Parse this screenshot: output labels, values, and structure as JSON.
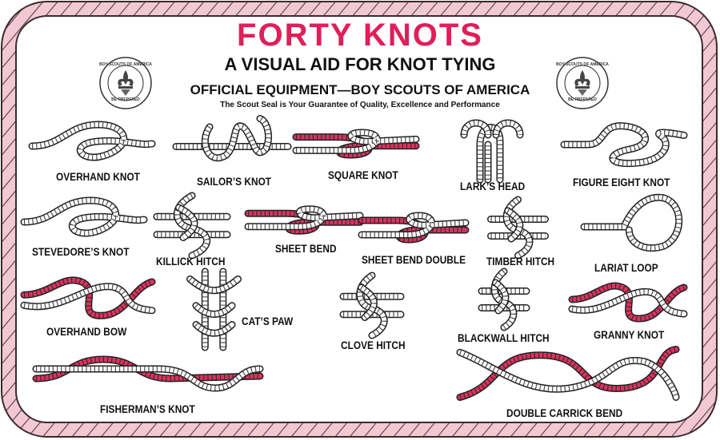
{
  "header": {
    "title": "FORTY KNOTS",
    "subtitle": "A VISUAL AID FOR KNOT TYING",
    "equipment": "OFFICIAL EQUIPMENT—BOY SCOUTS OF AMERICA",
    "guarantee": "The Scout Seal is Your Guarantee of Quality, Excellence and Performance"
  },
  "seal": {
    "top_text": "BOY SCOUTS OF AMERICA",
    "bottom_text": "BE PREPARED"
  },
  "colors": {
    "accent": "#e01e5a",
    "rope_red": "#d8345f",
    "rope_white": "#ffffff",
    "border_pink": "#f2c9d3",
    "outline": "#222222"
  },
  "knots": [
    {
      "key": "overhand-knot",
      "label": "OVERHAND KNOT",
      "colored": false
    },
    {
      "key": "sailors-knot",
      "label": "SAILOR’S KNOT",
      "colored": false
    },
    {
      "key": "square-knot",
      "label": "SQUARE KNOT",
      "colored": true
    },
    {
      "key": "larks-head",
      "label": "LARK’S HEAD",
      "colored": false
    },
    {
      "key": "figure-eight-knot",
      "label": "FIGURE EIGHT KNOT",
      "colored": false
    },
    {
      "key": "stevedores-knot",
      "label": "STEVEDORE’S KNOT",
      "colored": false
    },
    {
      "key": "killick-hitch",
      "label": "KILLICK HITCH",
      "colored": false
    },
    {
      "key": "sheet-bend",
      "label": "SHEET BEND",
      "colored": true
    },
    {
      "key": "sheet-bend-double",
      "label": "SHEET BEND DOUBLE",
      "colored": true
    },
    {
      "key": "timber-hitch",
      "label": "TIMBER HITCH",
      "colored": false
    },
    {
      "key": "lariat-loop",
      "label": "LARIAT LOOP",
      "colored": false
    },
    {
      "key": "overhand-bow",
      "label": "OVERHAND BOW",
      "colored": true
    },
    {
      "key": "cats-paw",
      "label": "CAT’S PAW",
      "colored": false
    },
    {
      "key": "clove-hitch",
      "label": "CLOVE HITCH",
      "colored": false
    },
    {
      "key": "blackwall-hitch",
      "label": "BLACKWALL HITCH",
      "colored": false
    },
    {
      "key": "granny-knot",
      "label": "GRANNY KNOT",
      "colored": true
    },
    {
      "key": "fishermans-knot",
      "label": "FISHERMAN’S KNOT",
      "colored": true
    },
    {
      "key": "double-carrick-bend",
      "label": "DOUBLE CARRICK BEND",
      "colored": true
    }
  ]
}
